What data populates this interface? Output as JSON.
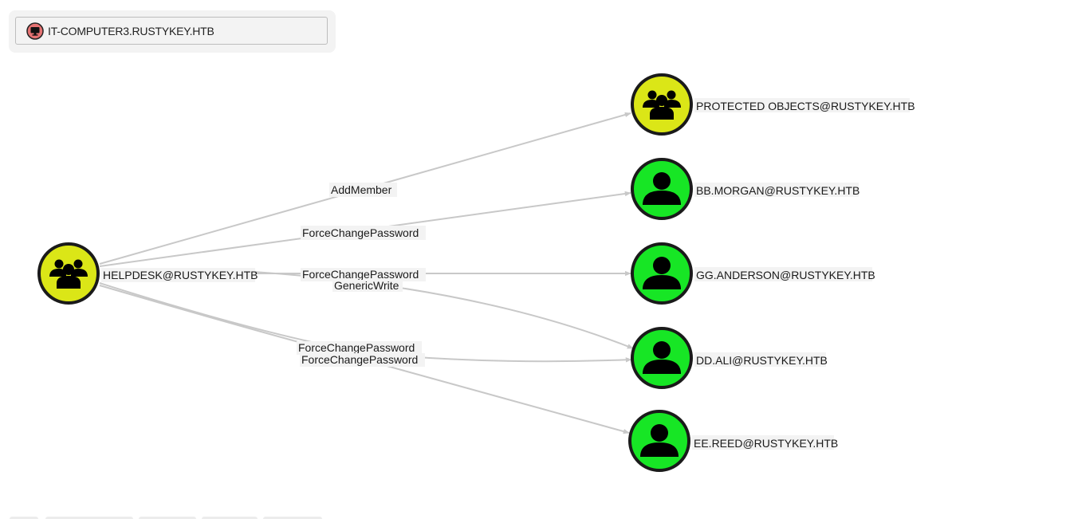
{
  "search": {
    "selected_node": "IT-COMPUTER3.RUSTYKEY.HTB",
    "icon": "computer-icon",
    "icon_color": "#e57373"
  },
  "colors": {
    "group_node": "#dbe617",
    "user_node": "#17e625",
    "node_border": "#1a1a1a",
    "edge": "#c8c8c8",
    "label_bg": "#f3f3f3"
  },
  "nodes": [
    {
      "id": "helpdesk",
      "label": "HELPDESK@RUSTYKEY.HTB",
      "type": "group",
      "icon": "group-icon"
    },
    {
      "id": "protected",
      "label": "PROTECTED OBJECTS@RUSTYKEY.HTB",
      "type": "group",
      "icon": "group-icon"
    },
    {
      "id": "bbmorgan",
      "label": "BB.MORGAN@RUSTYKEY.HTB",
      "type": "user",
      "icon": "user-icon"
    },
    {
      "id": "gganderson",
      "label": "GG.ANDERSON@RUSTYKEY.HTB",
      "type": "user",
      "icon": "user-icon"
    },
    {
      "id": "ddali",
      "label": "DD.ALI@RUSTYKEY.HTB",
      "type": "user",
      "icon": "user-icon"
    },
    {
      "id": "eereed",
      "label": "EE.REED@RUSTYKEY.HTB",
      "type": "user",
      "icon": "user-icon"
    }
  ],
  "edges": [
    {
      "from": "helpdesk",
      "to": "protected",
      "label": "AddMember"
    },
    {
      "from": "helpdesk",
      "to": "bbmorgan",
      "label": "ForceChangePassword"
    },
    {
      "from": "helpdesk",
      "to": "gganderson",
      "label": "ForceChangePassword"
    },
    {
      "from": "helpdesk",
      "to": "ddali",
      "label": "GenericWrite"
    },
    {
      "from": "helpdesk",
      "to": "ddali",
      "label": "ForceChangePassword"
    },
    {
      "from": "helpdesk",
      "to": "eereed",
      "label": "ForceChangePassword"
    }
  ]
}
